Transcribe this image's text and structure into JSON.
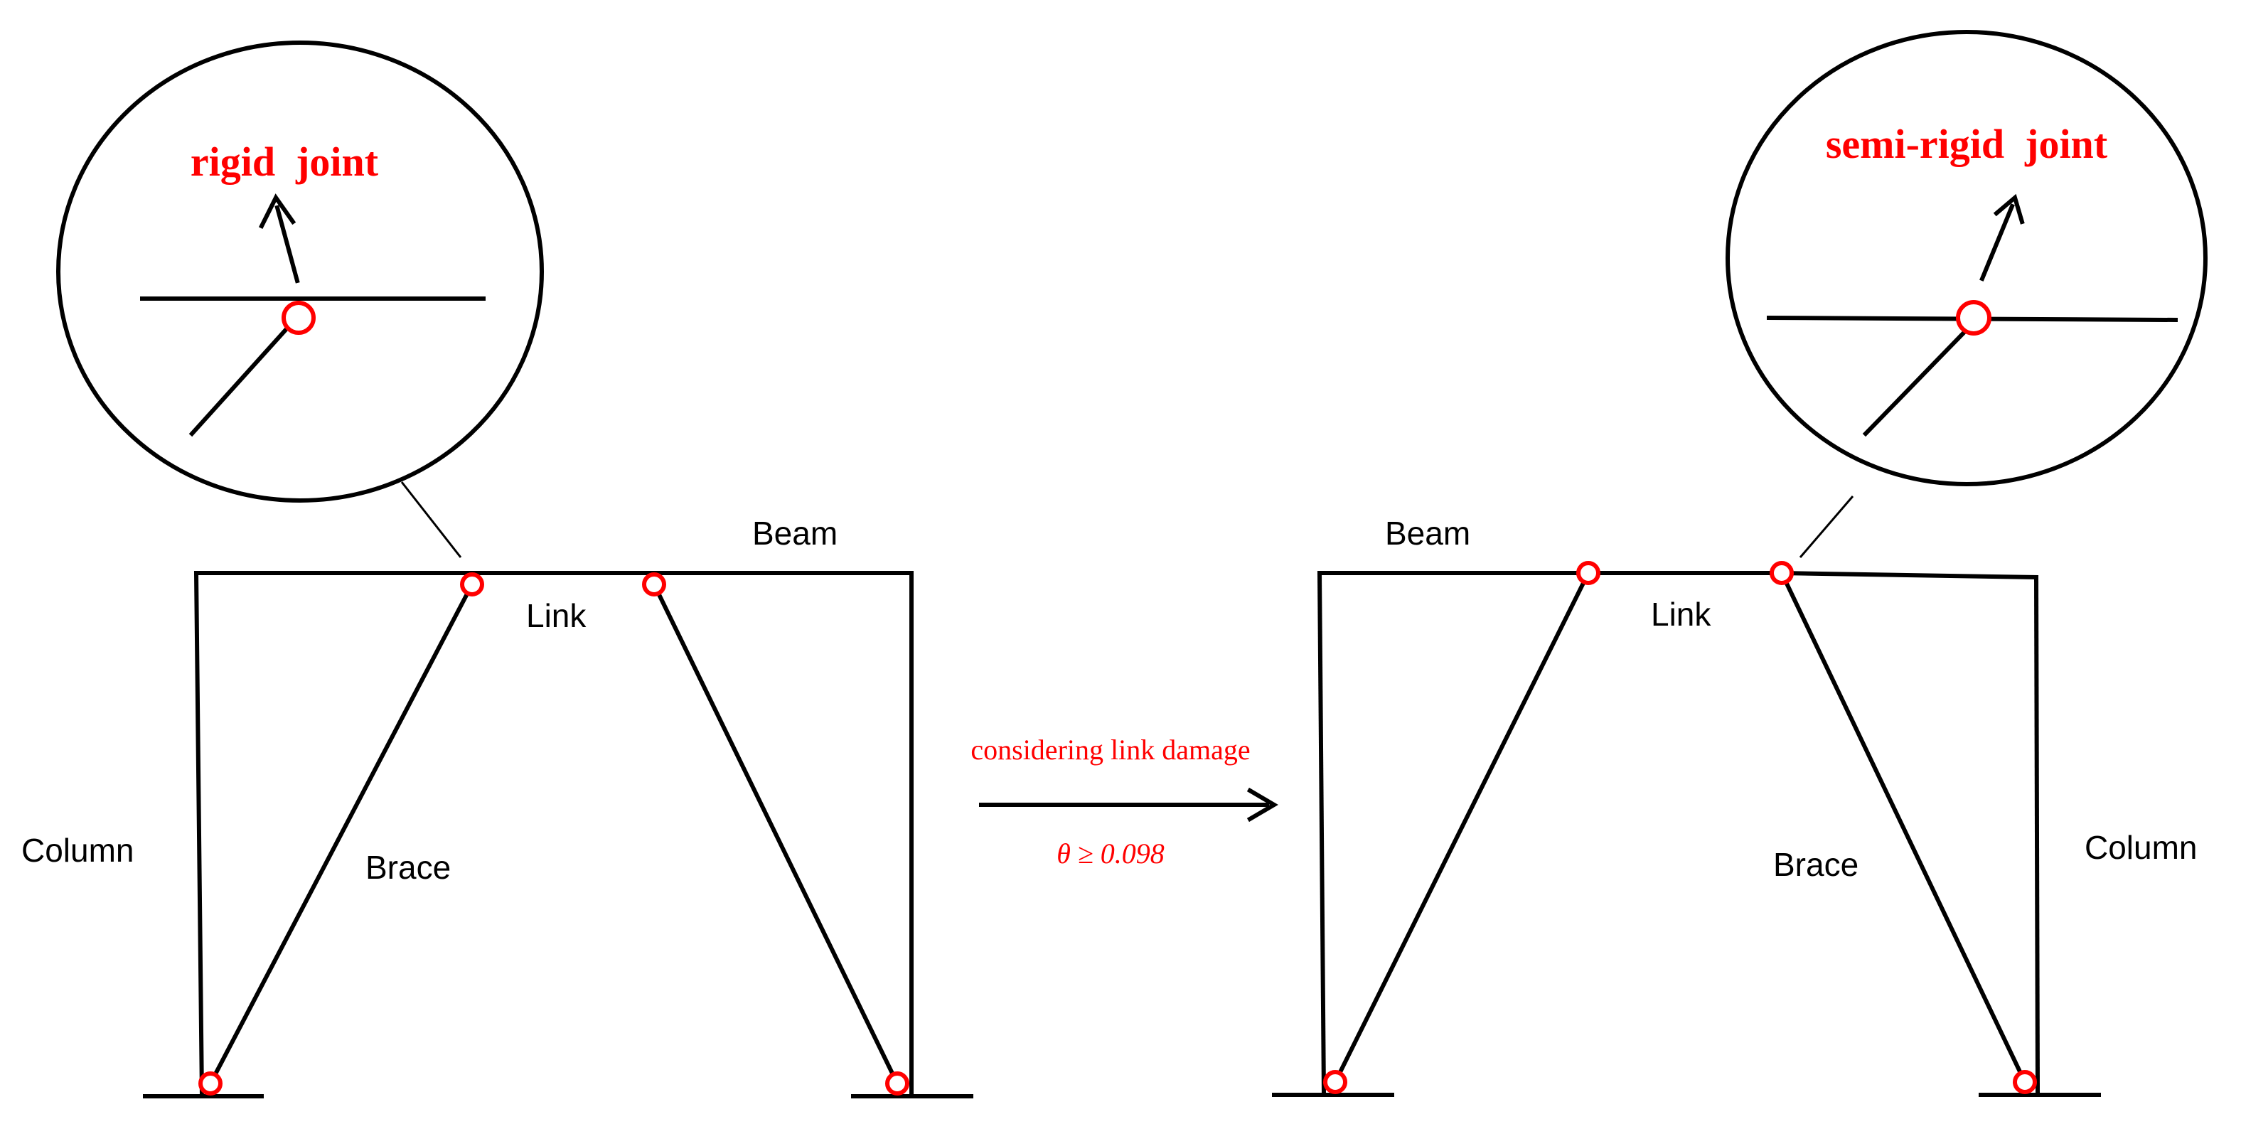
{
  "colors": {
    "accent": "#ff0000",
    "line": "#000000"
  },
  "left_frame": {
    "callout": "rigid  joint",
    "beam": "Beam",
    "link": "Link",
    "brace": "Brace",
    "column": "Column"
  },
  "right_frame": {
    "callout": "semi-rigid  joint",
    "beam": "Beam",
    "link": "Link",
    "brace": "Brace",
    "column": "Column"
  },
  "transition": {
    "condition": "considering link damage",
    "threshold": "θ ≥ 0.098"
  }
}
